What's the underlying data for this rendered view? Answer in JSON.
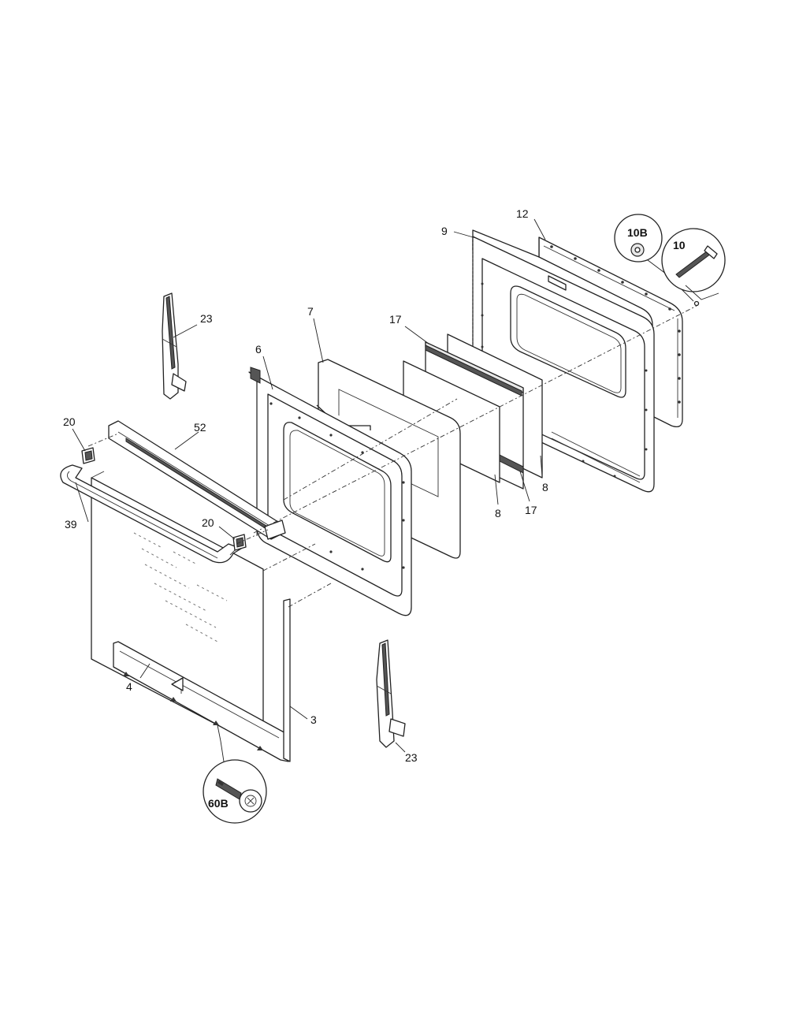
{
  "diagram": {
    "callouts": {
      "p12": "12",
      "p9": "9",
      "p10b": "10B",
      "p10": "10",
      "p23_top": "23",
      "p7": "7",
      "p17_top": "17",
      "p6": "6",
      "p20_left": "20",
      "p52": "52",
      "p39": "39",
      "p20_mid": "20",
      "p8_right": "8",
      "p8_mid": "8",
      "p17_bottom": "17",
      "p4": "4",
      "p3": "3",
      "p23_bottom": "23",
      "p60b": "60B"
    }
  }
}
